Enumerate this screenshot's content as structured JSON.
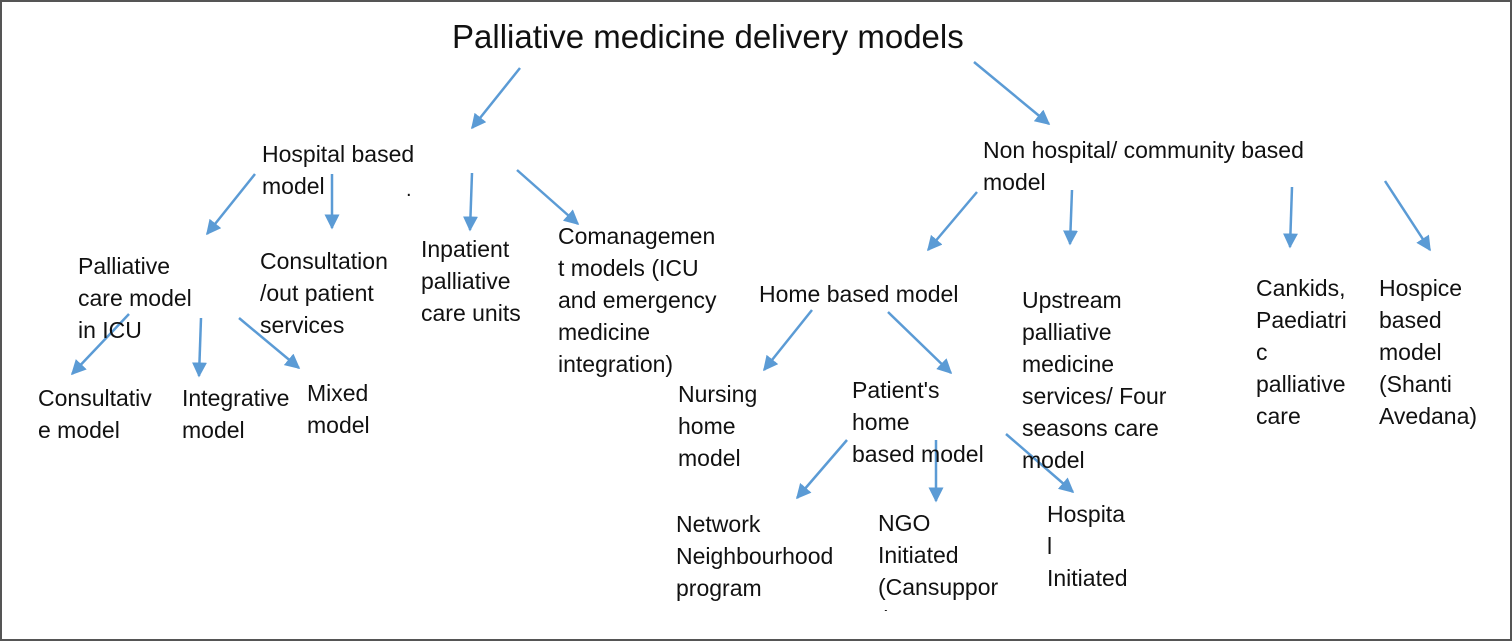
{
  "title": "Palliative medicine delivery models",
  "arrow_color": "#5b9bd5",
  "nodes": {
    "hospital": "Hospital based\nmodel",
    "stray_dot": ".",
    "icu": "Palliative\ncare model\nin ICU",
    "consultation": "Consultation\n/out patient\nservices",
    "inpatient": "Inpatient\npalliative\ncare units",
    "comanagement": "Comanagemen\nt models (ICU\nand emergency\nmedicine\nintegration)",
    "consultative": "Consultativ\ne model",
    "integrative": "Integrative\nmodel",
    "mixed": "Mixed\nmodel",
    "community": "Non hospital/ community based\nmodel",
    "home": "Home based model",
    "upstream": "Upstream\npalliative\nmedicine\nservices/ Four\nseasons care\nmodel",
    "cankids": "Cankids,\nPaediatri\nc\npalliative\ncare",
    "hospice": "Hospice\nbased\nmodel\n(Shanti\nAvedana)",
    "nursing": "Nursing\nhome\n model",
    "patients_home": "Patient's\nhome\nbased model",
    "network": "Network\nNeighbourhood\nprogram",
    "ngo": "NGO\nInitiated\n(Cansuppor\nt)",
    "hospital_initiated": "Hospita\nl\nInitiated"
  }
}
